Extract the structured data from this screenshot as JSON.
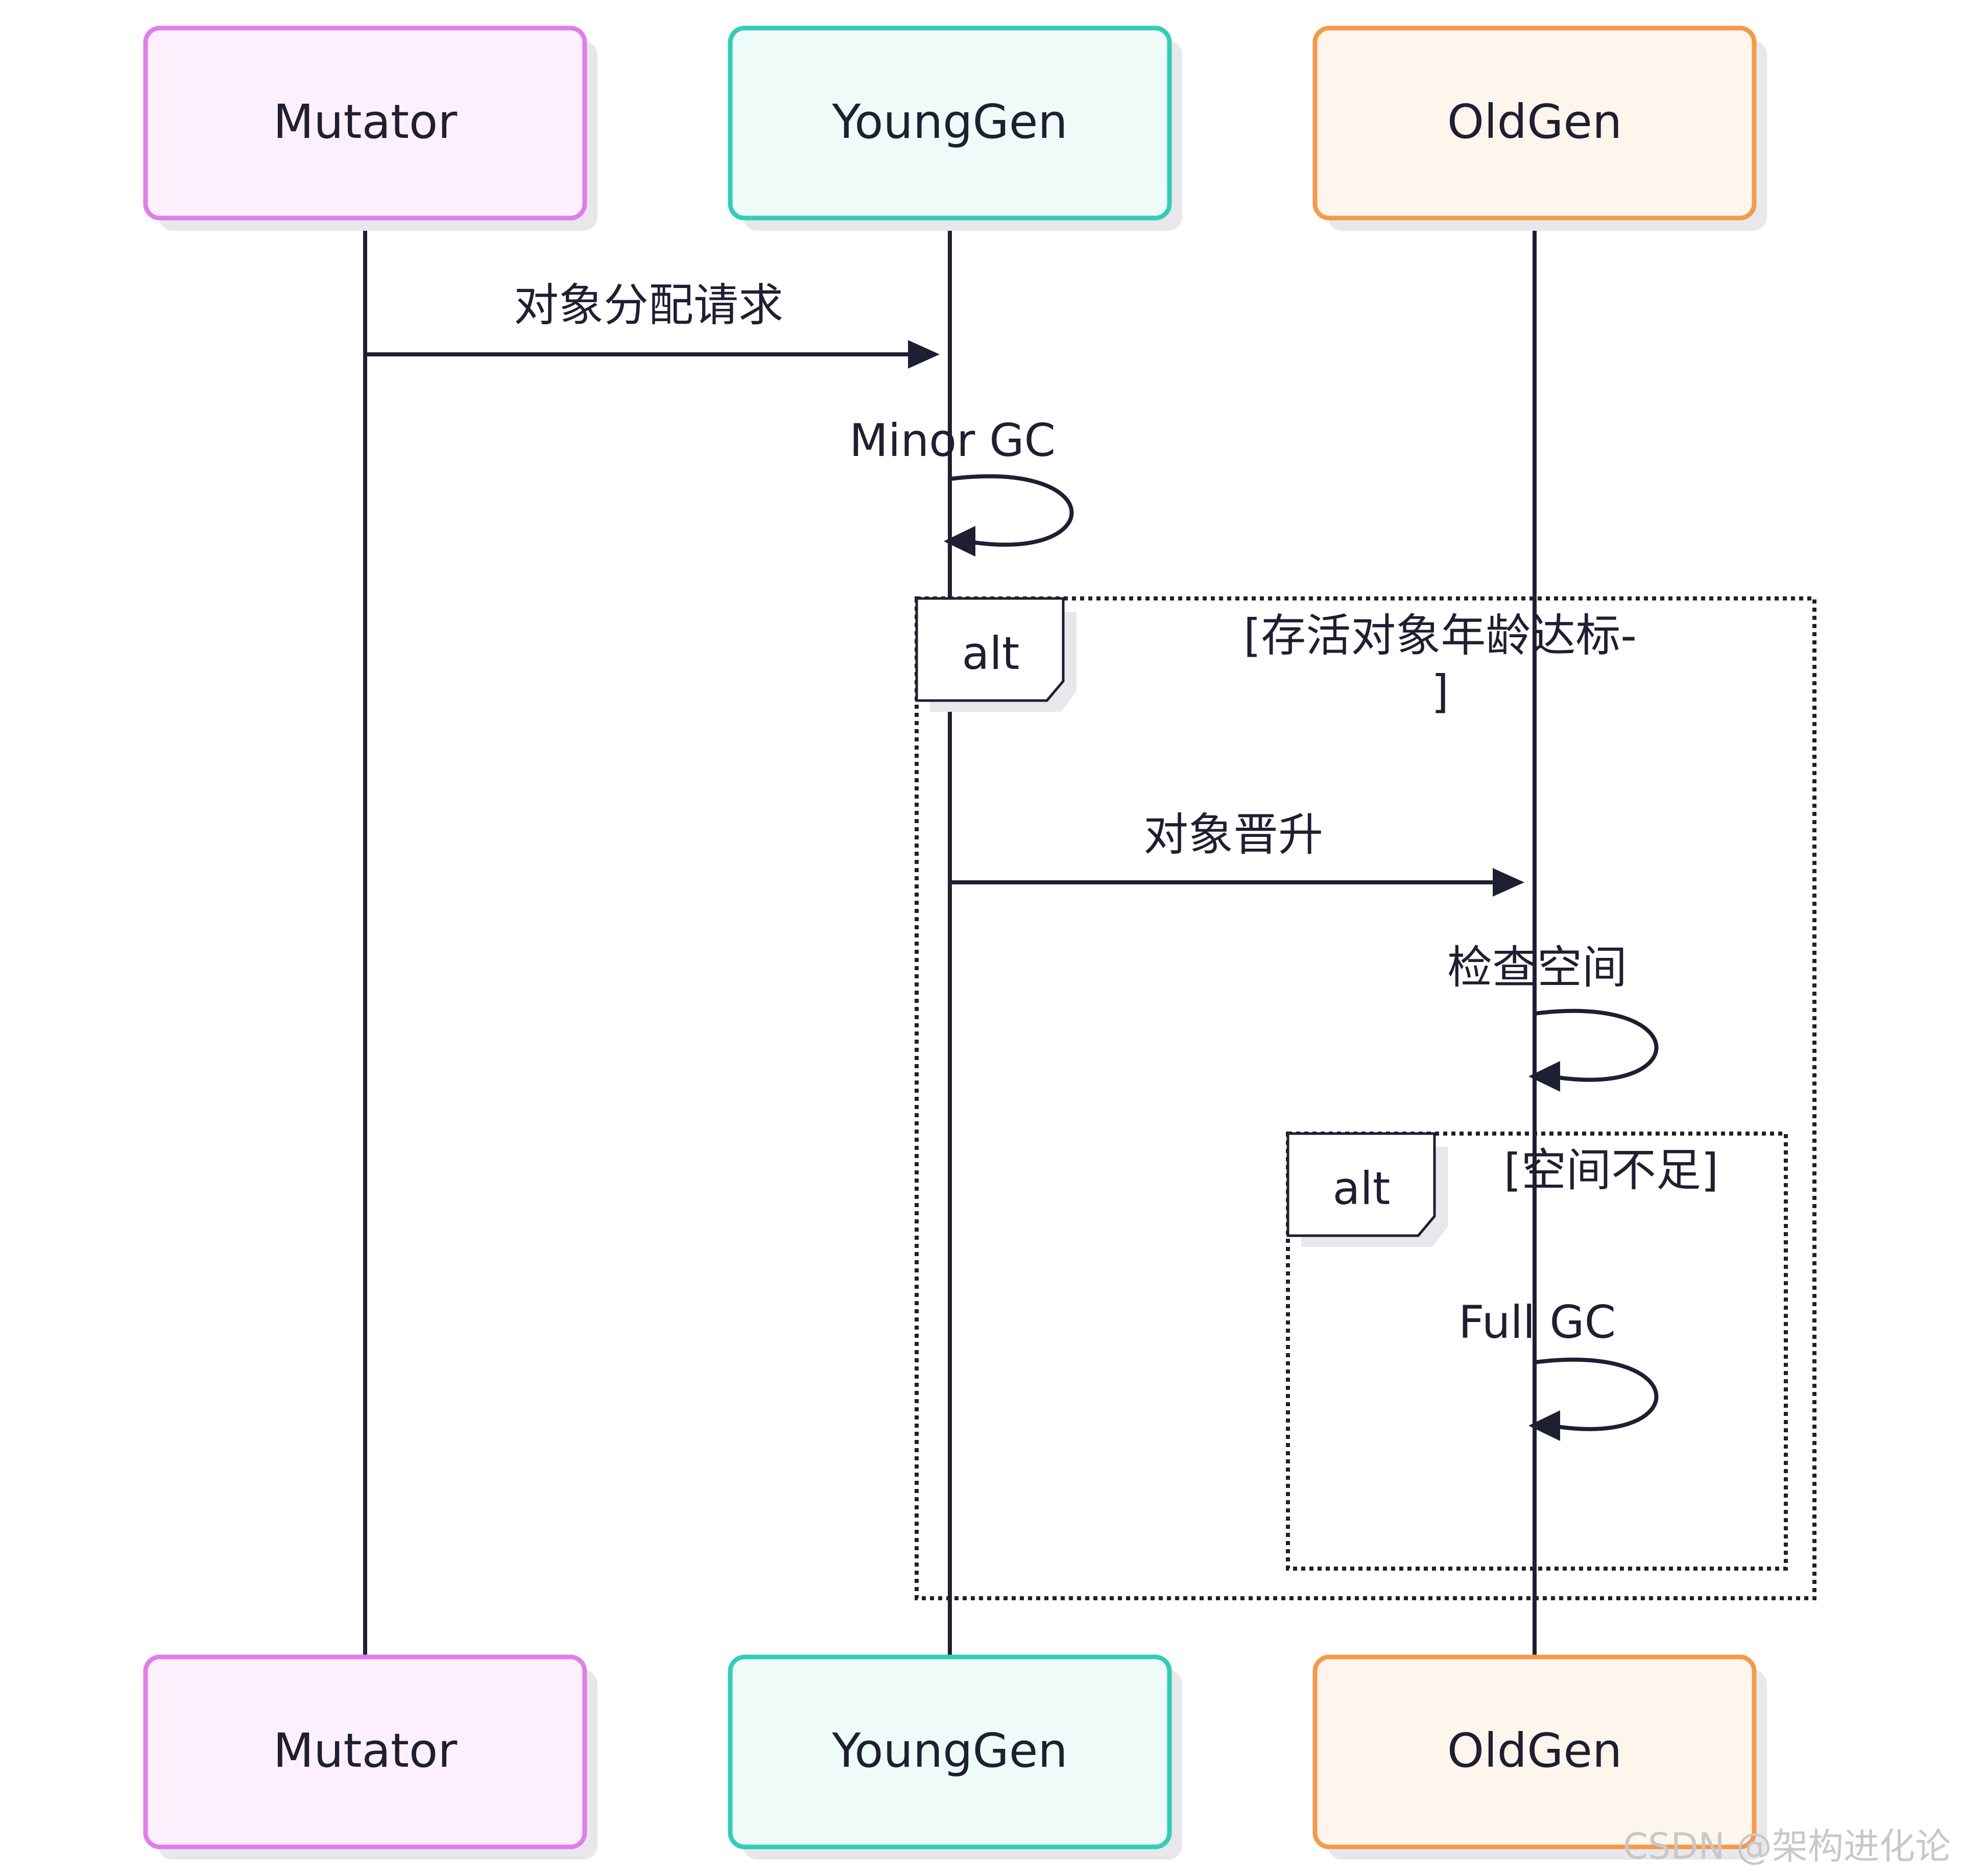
{
  "actors": [
    {
      "id": "mutator",
      "label": "Mutator",
      "border": "#e07ee8",
      "fill": "#fdf0fc"
    },
    {
      "id": "younggen",
      "label": "YoungGen",
      "border": "#33ccb8",
      "fill": "#eefbf8"
    },
    {
      "id": "oldgen",
      "label": "OldGen",
      "border": "#f49a48",
      "fill": "#fef6ec"
    }
  ],
  "messages": [
    {
      "id": "alloc-request",
      "label": "对象分配请求",
      "from": "mutator",
      "to": "younggen"
    },
    {
      "id": "minor-gc",
      "label": "Minor GC",
      "from": "younggen",
      "to": "younggen"
    },
    {
      "id": "promote",
      "label": "对象晋升",
      "from": "younggen",
      "to": "oldgen"
    },
    {
      "id": "check-space",
      "label": "检查空间",
      "from": "oldgen",
      "to": "oldgen"
    },
    {
      "id": "full-gc",
      "label": "Full GC",
      "from": "oldgen",
      "to": "oldgen"
    }
  ],
  "frames": [
    {
      "id": "outer-alt",
      "keyword": "alt",
      "condition_line1": "[存活对象年龄达标-",
      "condition_line2": "]"
    },
    {
      "id": "inner-alt",
      "keyword": "alt",
      "condition_line1": "[空间不足]"
    }
  ],
  "watermark": "CSDN @架构进化论",
  "colors": {
    "line": "#1f1f33",
    "frame_border": "#1f1f33",
    "shadow": "#e8e8ec"
  }
}
